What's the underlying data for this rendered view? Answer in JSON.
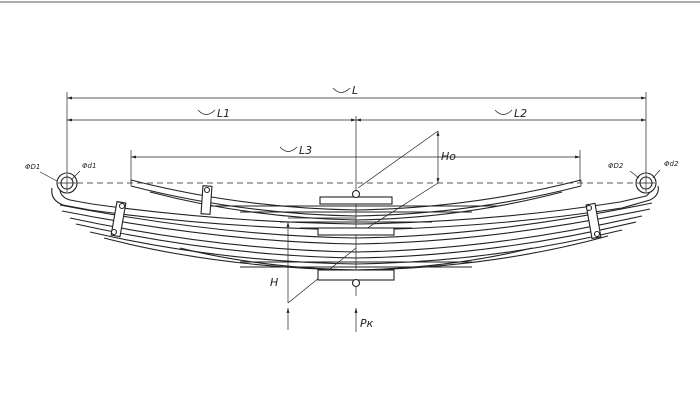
{
  "diagram": {
    "labels": {
      "L": "L",
      "L1": "L1",
      "L2": "L2",
      "L3": "L3",
      "Ho": "Ho",
      "H": "H",
      "Pk": "Pк",
      "D1": "ΦD1",
      "d1": "Φd1",
      "D2": "ΦD2",
      "d2": "Φd2"
    }
  }
}
